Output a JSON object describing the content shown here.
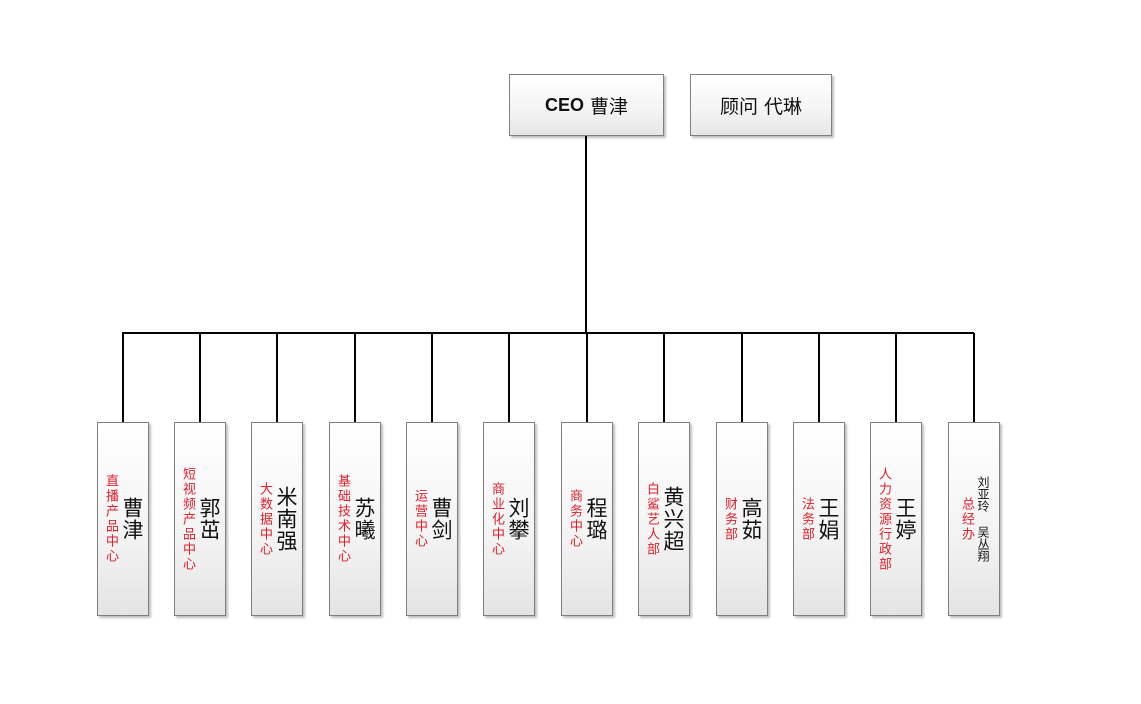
{
  "ceo": {
    "role": "CEO",
    "name": "曹津"
  },
  "advisor": {
    "label": "顾问 代琳"
  },
  "departments": [
    {
      "dept": "直播产品中心",
      "head": "曹津"
    },
    {
      "dept": "短视频产品中心",
      "head": "郭茁"
    },
    {
      "dept": "大数据中心",
      "head": "米南强"
    },
    {
      "dept": "基础技术中心",
      "head": "苏曦"
    },
    {
      "dept": "运营中心",
      "head": "曹剑"
    },
    {
      "dept": "商业化中心",
      "head": "刘攀"
    },
    {
      "dept": "商务中心",
      "head": "程璐"
    },
    {
      "dept": "白鲨艺人部",
      "head": "黄兴超"
    },
    {
      "dept": "财务部",
      "head": "高茹"
    },
    {
      "dept": "法务部",
      "head": "王娟"
    },
    {
      "dept": "人力资源行政部",
      "head": "王婷"
    },
    {
      "dept": "总经办",
      "head": "刘亚玲 吴丛翔"
    }
  ],
  "colors": {
    "dept_text": "#e0202b",
    "line": "#000000",
    "box_border": "#7f7f7f"
  }
}
